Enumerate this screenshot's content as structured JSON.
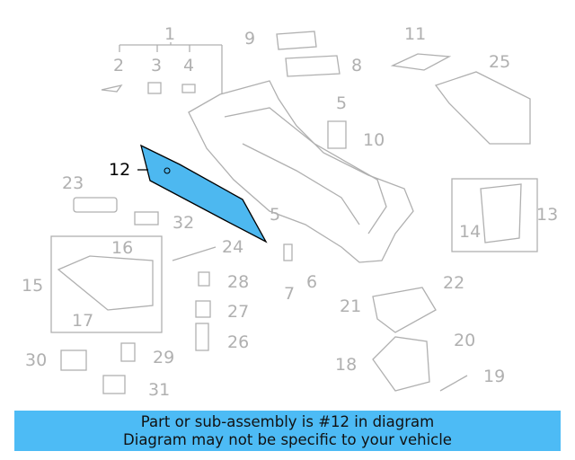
{
  "diagram": {
    "highlight_color": "#4db8f0",
    "highlighted_part": "12",
    "callouts": [
      "1",
      "2",
      "3",
      "4",
      "9",
      "8",
      "11",
      "25",
      "5",
      "10",
      "12",
      "23",
      "32",
      "5",
      "13",
      "14",
      "16",
      "24",
      "15",
      "28",
      "7",
      "6",
      "22",
      "21",
      "17",
      "27",
      "20",
      "26",
      "18",
      "30",
      "29",
      "19",
      "31"
    ]
  },
  "banner": {
    "line1": "Part or sub-assembly is #12 in diagram",
    "line2": "Diagram may not be specific to your vehicle",
    "background": "#4dbbf5"
  }
}
